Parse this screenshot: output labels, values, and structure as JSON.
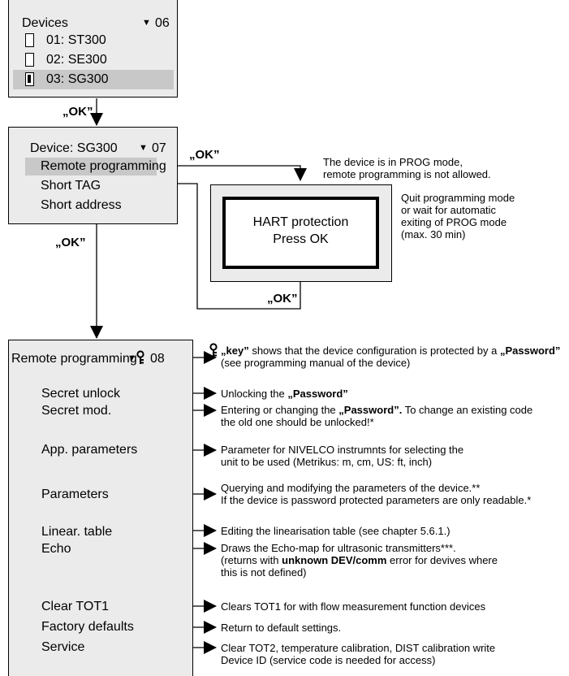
{
  "device_select": {
    "title": "Devices",
    "counter": "06",
    "items": [
      {
        "label": "01:  ST300"
      },
      {
        "label": "02:  SE300"
      },
      {
        "label": "03:  SG300"
      }
    ]
  },
  "ok_label": "„OK”",
  "device_menu": {
    "title": "Device: SG300",
    "counter": "07",
    "items": [
      "Remote programming",
      "Short TAG",
      "Short address"
    ]
  },
  "prog_mode_note": {
    "line1": "The device is in PROG mode,",
    "line2": "remote programming is not allowed."
  },
  "hart_dialog": {
    "line1": "HART protection",
    "line2": "Press OK"
  },
  "quit_note": {
    "line1": "Quit programming mode",
    "line2": "or wait for automatic",
    "line3": "exiting of PROG mode",
    "line4": "(max. 30 min)"
  },
  "remote_menu": {
    "title": "Remote programming",
    "counter": "08",
    "items": {
      "secret_unlock": "Secret unlock",
      "secret_mod": "Secret mod.",
      "app_parameters": "App. parameters",
      "parameters": "Parameters",
      "linear_table": "Linear. table",
      "echo": "Echo",
      "clear_tot1": "Clear TOT1",
      "factory_defaults": "Factory defaults",
      "service": "Service"
    }
  },
  "descriptions": {
    "key": {
      "a": "„key”",
      "b": " shows that the device configuration is protected by a ",
      "c": "„Password”",
      "line2": "(see programming manual of the device)"
    },
    "secret_unlock": {
      "a": "Unlocking the ",
      "b": "„Password”"
    },
    "secret_mod": {
      "a": "Entering or changing the ",
      "b": "„Password”.",
      "c": " To change an existing code",
      "line2": "the old one should be unlocked!*"
    },
    "app_parameters": {
      "line1": "Parameter for NIVELCO instrumnts for selecting the",
      "line2": "unit to be used (Metrikus: m, cm, US: ft, inch)"
    },
    "parameters": {
      "line1": "Querying and modifying the parameters of the device.**",
      "line2": "If the device is password protected parameters are only readable.*"
    },
    "linear_table": "Editing the linearisation table  (see chapter  5.6.1.)",
    "echo": {
      "line1": "Draws the Echo-map for ultrasonic transmitters***.",
      "line2a": "(returns with ",
      "line2b": "unknown DEV/comm",
      "line2c": " error for devives where",
      "line3": "this is not defined)"
    },
    "clear_tot1": "Clears TOT1 for with flow measurement function devices",
    "factory_defaults": "Return to default settings.",
    "service": {
      "line1": "Clear TOT2, temperature calibration, DIST calibration write",
      "line2": "Device ID (service code is needed for access)"
    }
  }
}
